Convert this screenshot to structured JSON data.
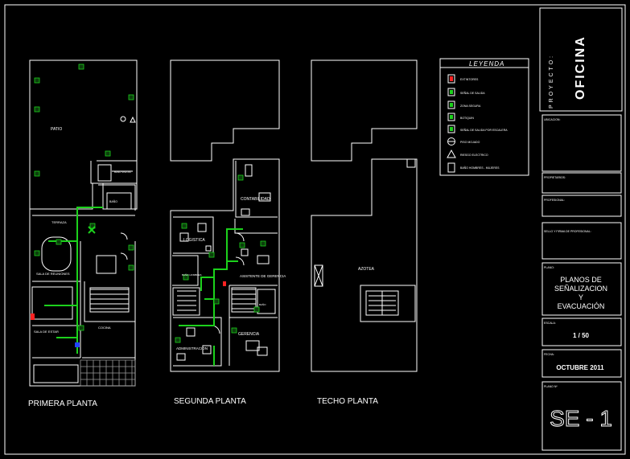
{
  "plans": {
    "first": {
      "caption": "PRIMERA PLANTA",
      "rooms": [
        "PATIO",
        "TERRAZA",
        "SALA DE REUNIONES",
        "SALA DE ESTAR",
        "COCINA",
        "BAÑO",
        "BAÑO VISITAS"
      ]
    },
    "second": {
      "caption": "SEGUNDA PLANTA",
      "rooms": [
        "CONTABILIDAD",
        "LOGISTICA",
        "ASISTENTE DE GERENCIA",
        "GERENCIA",
        "ADMINISTRACION",
        "BAÑO HOMBRES",
        "BAÑO"
      ]
    },
    "roof": {
      "caption": "TECHO PLANTA",
      "rooms": [
        "AZOTEA"
      ]
    }
  },
  "legend": {
    "title": "LEYENDA",
    "items": [
      {
        "label": "EXTINTORES",
        "icon": "extinguisher-icon"
      },
      {
        "label": "SEÑAL DE SALIDA",
        "icon": "exit-sign-icon"
      },
      {
        "label": "ZONA SEGURA",
        "icon": "safe-zone-icon"
      },
      {
        "label": "BOTIQUIN",
        "icon": "first-aid-icon"
      },
      {
        "label": "SEÑAL DE SALIDA POR ESCALERA",
        "icon": "stair-exit-sign-icon"
      },
      {
        "label": "PISO MOJADO",
        "icon": "wet-floor-icon"
      },
      {
        "label": "RIESGO ELECTRICO",
        "icon": "electric-risk-icon"
      },
      {
        "label": "BAÑO HOMBRES - MUJERES",
        "icon": "restroom-icon"
      }
    ]
  },
  "title_block": {
    "project_label": "PROYECTO:",
    "project_value": "OFICINA",
    "location_label": "UBICACION:",
    "owner_label": "PROPIETARIOS:",
    "professional_label": "PROFESIONAL:",
    "seal_label": "SELLO Y FIRMA DE PROFESIONAL:",
    "plan_label": "PLANO:",
    "plan_value_1": "PLANOS DE",
    "plan_value_2": "SEÑALIZACION",
    "plan_value_3": "Y",
    "plan_value_4": "EVACUACIÓN",
    "scale_label": "ESCALA:",
    "scale_value": "1 / 50",
    "date_label": "FECHA:",
    "date_value": "OCTUBRE 2011",
    "sheet_label": "PLANO Nº",
    "sheet_value": "SE - 1"
  },
  "colors": {
    "route": "#1cd11c",
    "line": "#ffffff",
    "background": "#000000",
    "hazard": "#ff2222",
    "accent": "#2244ff"
  }
}
